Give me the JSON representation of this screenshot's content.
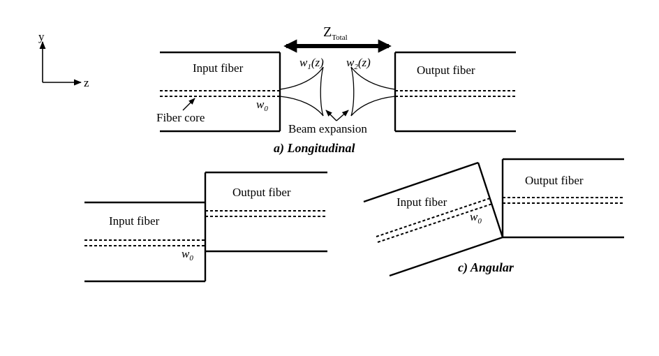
{
  "axes": {
    "y_label": "y",
    "z_label": "z"
  },
  "longitudinal": {
    "ztotal_main": "Z",
    "ztotal_sub": "Total",
    "input_label": "Input fiber",
    "output_label": "Output fiber",
    "w1_main": "w",
    "w1_sub": "1",
    "w1_tail": "(z)",
    "w2_main": "w",
    "w2_sub": "2",
    "w2_tail": "(z)",
    "w0_main": "w",
    "w0_sub": "0",
    "core_label": "Fiber core",
    "expansion_label": "Beam expansion",
    "caption": "a) Longitudinal"
  },
  "lateral": {
    "input_label": "Input fiber",
    "output_label": "Output fiber",
    "w0_main": "w",
    "w0_sub": "0"
  },
  "angular": {
    "input_label": "Input fiber",
    "output_label": "Output fiber",
    "w0_main": "w",
    "w0_sub": "0",
    "caption": "c) Angular"
  }
}
